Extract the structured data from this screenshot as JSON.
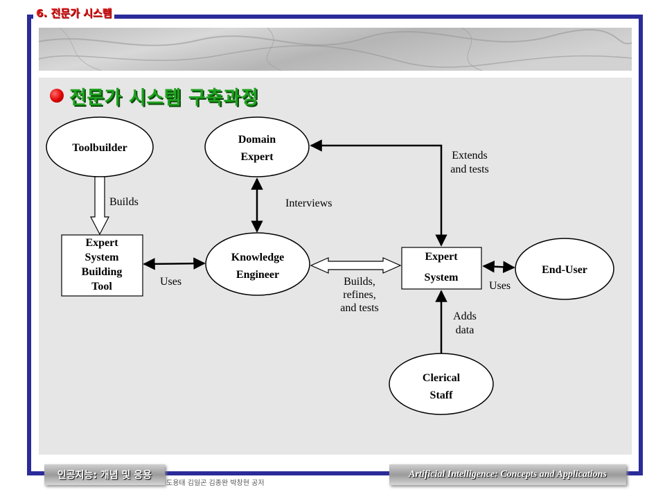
{
  "section_tag": "6. 전문가 시스템",
  "heading": "전문가 시스템 구축과정",
  "nodes": {
    "toolbuilder": "Toolbuilder",
    "domain_expert": [
      "Domain",
      "Expert"
    ],
    "esbt": [
      "Expert",
      "System",
      "Building",
      "Tool"
    ],
    "knowledge_engineer": [
      "Knowledge",
      "Engineer"
    ],
    "expert_system": [
      "Expert",
      "System"
    ],
    "end_user": "End-User",
    "clerical_staff": [
      "Clerical",
      "Staff"
    ]
  },
  "edges": {
    "builds": "Builds",
    "interviews": "Interviews",
    "extends": [
      "Extends",
      "and tests"
    ],
    "uses_left": "Uses",
    "builds_refines": [
      "Builds,",
      "refines,",
      "and tests"
    ],
    "uses_right": "Uses",
    "adds_data": [
      "Adds",
      "data"
    ]
  },
  "footer": {
    "left": "인공지능: 개념 및 응용",
    "authors": "도용태 김일곤 김종완 박창현 공저",
    "right": "Artificial Intelligence: Concepts and Applications"
  },
  "colors": {
    "frame": "#2b2b9a",
    "section_tag": "#e31c1c",
    "heading": "#1fa21f",
    "panel": "#e6e6e6"
  }
}
